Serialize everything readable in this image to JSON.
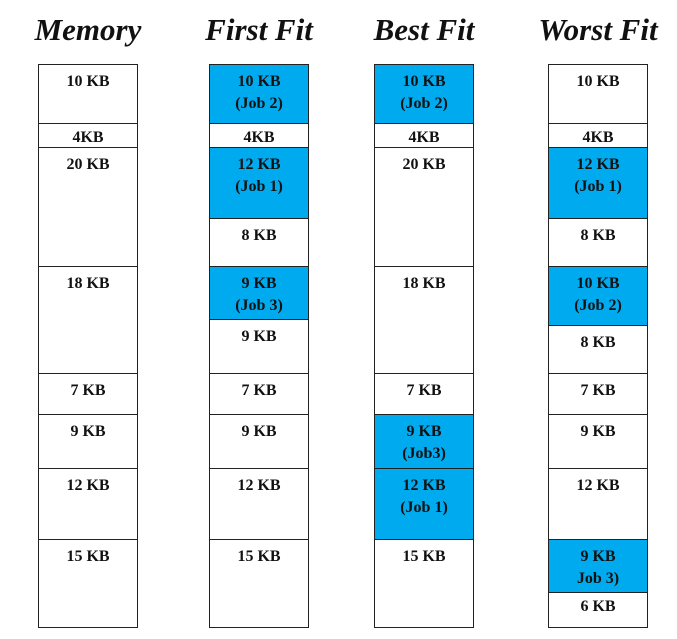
{
  "accent_color": "#00aaee",
  "columns": [
    {
      "id": "memory",
      "title": "Memory",
      "blocks": [
        {
          "lines": [
            "10 KB"
          ],
          "size_kb": 10,
          "allocated": false
        },
        {
          "lines": [
            "4KB"
          ],
          "size_kb": 4,
          "allocated": false
        },
        {
          "lines": [
            "20 KB"
          ],
          "size_kb": 20,
          "allocated": false
        },
        {
          "lines": [
            "18 KB"
          ],
          "size_kb": 18,
          "allocated": false
        },
        {
          "lines": [
            "7 KB"
          ],
          "size_kb": 7,
          "allocated": false
        },
        {
          "lines": [
            "9 KB"
          ],
          "size_kb": 9,
          "allocated": false
        },
        {
          "lines": [
            "12 KB"
          ],
          "size_kb": 12,
          "allocated": false
        },
        {
          "lines": [
            "15 KB"
          ],
          "size_kb": 15,
          "allocated": false
        }
      ]
    },
    {
      "id": "first-fit",
      "title": "First Fit",
      "blocks": [
        {
          "lines": [
            "10 KB",
            "(Job 2)"
          ],
          "size_kb": 10,
          "allocated": true
        },
        {
          "lines": [
            "4KB"
          ],
          "size_kb": 4,
          "allocated": false
        },
        {
          "lines": [
            "12 KB",
            "(Job 1)"
          ],
          "size_kb": 12,
          "allocated": true
        },
        {
          "lines": [
            "8 KB"
          ],
          "size_kb": 8,
          "allocated": false
        },
        {
          "lines": [
            "9 KB",
            "(Job 3)"
          ],
          "size_kb": 9,
          "allocated": true
        },
        {
          "lines": [
            "9 KB"
          ],
          "size_kb": 9,
          "allocated": false
        },
        {
          "lines": [
            "7 KB"
          ],
          "size_kb": 7,
          "allocated": false
        },
        {
          "lines": [
            "9 KB"
          ],
          "size_kb": 9,
          "allocated": false
        },
        {
          "lines": [
            "12 KB"
          ],
          "size_kb": 12,
          "allocated": false
        },
        {
          "lines": [
            "15 KB"
          ],
          "size_kb": 15,
          "allocated": false
        }
      ]
    },
    {
      "id": "best-fit",
      "title": "Best Fit",
      "blocks": [
        {
          "lines": [
            "10 KB",
            "(Job 2)"
          ],
          "size_kb": 10,
          "allocated": true
        },
        {
          "lines": [
            "4KB"
          ],
          "size_kb": 4,
          "allocated": false
        },
        {
          "lines": [
            "20 KB"
          ],
          "size_kb": 20,
          "allocated": false
        },
        {
          "lines": [
            "18 KB"
          ],
          "size_kb": 18,
          "allocated": false
        },
        {
          "lines": [
            "7 KB"
          ],
          "size_kb": 7,
          "allocated": false
        },
        {
          "lines": [
            "9 KB",
            "(Job3)"
          ],
          "size_kb": 9,
          "allocated": true
        },
        {
          "lines": [
            "12 KB",
            "(Job 1)"
          ],
          "size_kb": 12,
          "allocated": true
        },
        {
          "lines": [
            "15 KB"
          ],
          "size_kb": 15,
          "allocated": false
        }
      ]
    },
    {
      "id": "worst-fit",
      "title": "Worst Fit",
      "blocks": [
        {
          "lines": [
            "10 KB"
          ],
          "size_kb": 10,
          "allocated": false
        },
        {
          "lines": [
            "4KB"
          ],
          "size_kb": 4,
          "allocated": false
        },
        {
          "lines": [
            "12 KB",
            "(Job 1)"
          ],
          "size_kb": 12,
          "allocated": true
        },
        {
          "lines": [
            "8 KB"
          ],
          "size_kb": 8,
          "allocated": false
        },
        {
          "lines": [
            "10 KB",
            "(Job 2)"
          ],
          "size_kb": 10,
          "allocated": true
        },
        {
          "lines": [
            "8 KB"
          ],
          "size_kb": 8,
          "allocated": false
        },
        {
          "lines": [
            "7 KB"
          ],
          "size_kb": 7,
          "allocated": false
        },
        {
          "lines": [
            "9 KB"
          ],
          "size_kb": 9,
          "allocated": false
        },
        {
          "lines": [
            "12 KB"
          ],
          "size_kb": 12,
          "allocated": false
        },
        {
          "lines": [
            "9 KB",
            "Job 3)"
          ],
          "size_kb": 9,
          "allocated": true
        },
        {
          "lines": [
            "6 KB"
          ],
          "size_kb": 6,
          "allocated": false
        }
      ]
    }
  ]
}
